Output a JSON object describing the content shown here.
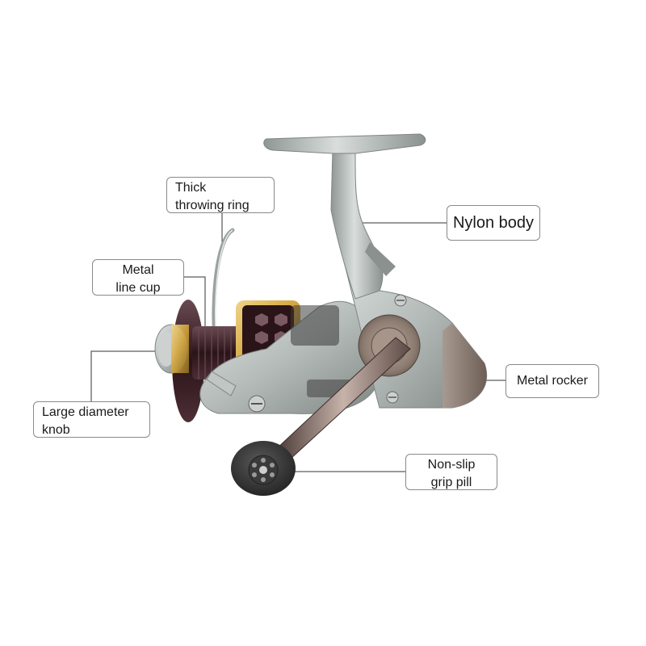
{
  "callouts": {
    "thick_ring": [
      "Thick",
      "throwing ring"
    ],
    "line_cup": [
      "Metal",
      "line cup"
    ],
    "nylon_body": [
      "Nylon body"
    ],
    "knob": [
      "Large diameter",
      "knob"
    ],
    "rocker": [
      "Metal rocker"
    ],
    "grip": [
      "Non-slip",
      "grip pill"
    ]
  },
  "colors": {
    "body_silver": "#b4bbb9",
    "body_shadow": "#7e8583",
    "spool_gold": "#d2a43a",
    "spool_dark": "#3a1f24",
    "brown_accent": "#8c7b70",
    "knob_black": "#2e2e2e",
    "leader_line": "#333333"
  }
}
